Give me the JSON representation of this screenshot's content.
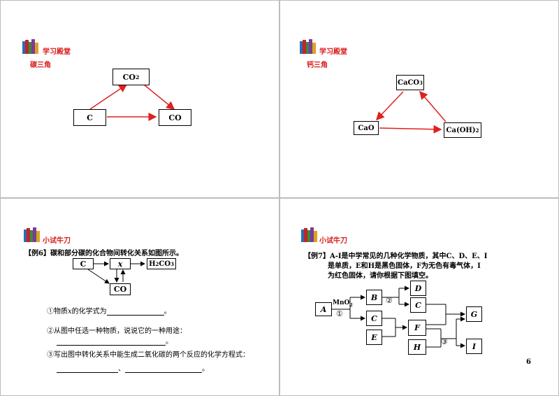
{
  "q1": {
    "title": "学习殿堂",
    "subtitle": "碳三角",
    "nodes": {
      "co2": "CO",
      "co2_sub": "2",
      "c": "C",
      "co": "CO"
    }
  },
  "q2": {
    "title": "学习殿堂",
    "subtitle": "钙三角",
    "nodes": {
      "caco3": "CaCO",
      "caco3_sub": "3",
      "cao": "CaO",
      "caoh2": "Ca(OH)",
      "caoh2_sub": "2"
    }
  },
  "q3": {
    "title": "小试牛刀",
    "example_label": "【例6】",
    "example_text": "碳和部分碳的化合物间转化关系如图所示。",
    "nodes": {
      "c": "C",
      "x": "x",
      "h2co3": "H",
      "h2co3_sub1": "2",
      "h2co3_mid": "CO",
      "h2co3_sub2": "3",
      "co": "CO"
    },
    "q1_num": "①",
    "q1_pre": "物质",
    "q1_var": "x",
    "q1_post": "的化学式为",
    "q1_end": "。",
    "q2_text": "②从图中任选一种物质，说说它的一种用途：",
    "q2_end": "。",
    "q3_text": "③写出图中转化关系中能生成二氧化碳的两个反应的化学方程式：",
    "q3_sep": "、",
    "q3_end": "。"
  },
  "q4": {
    "title": "小试牛刀",
    "example_label": "【例7】",
    "line1": "A-I是中学常见的几种化学物质，其中C、D、E、I",
    "line2": "是单质，E和H是黑色固体，F为无色有毒气体，I",
    "line3": "为红色固体，请你根据下图填空。",
    "nodes": {
      "a": "A",
      "b": "B",
      "c": "C",
      "d": "D",
      "e": "E",
      "f": "F",
      "g": "G",
      "h": "H",
      "i": "I"
    },
    "mno2": "MnO",
    "mno2_sub": "2",
    "step1": "①",
    "step2": "②",
    "step3": "③",
    "page_number": "6"
  },
  "colors": {
    "accent": "#d91a1a",
    "arrow_red": "#e02020",
    "border": "#bdbdbd"
  },
  "icons": [
    "books-icon"
  ]
}
